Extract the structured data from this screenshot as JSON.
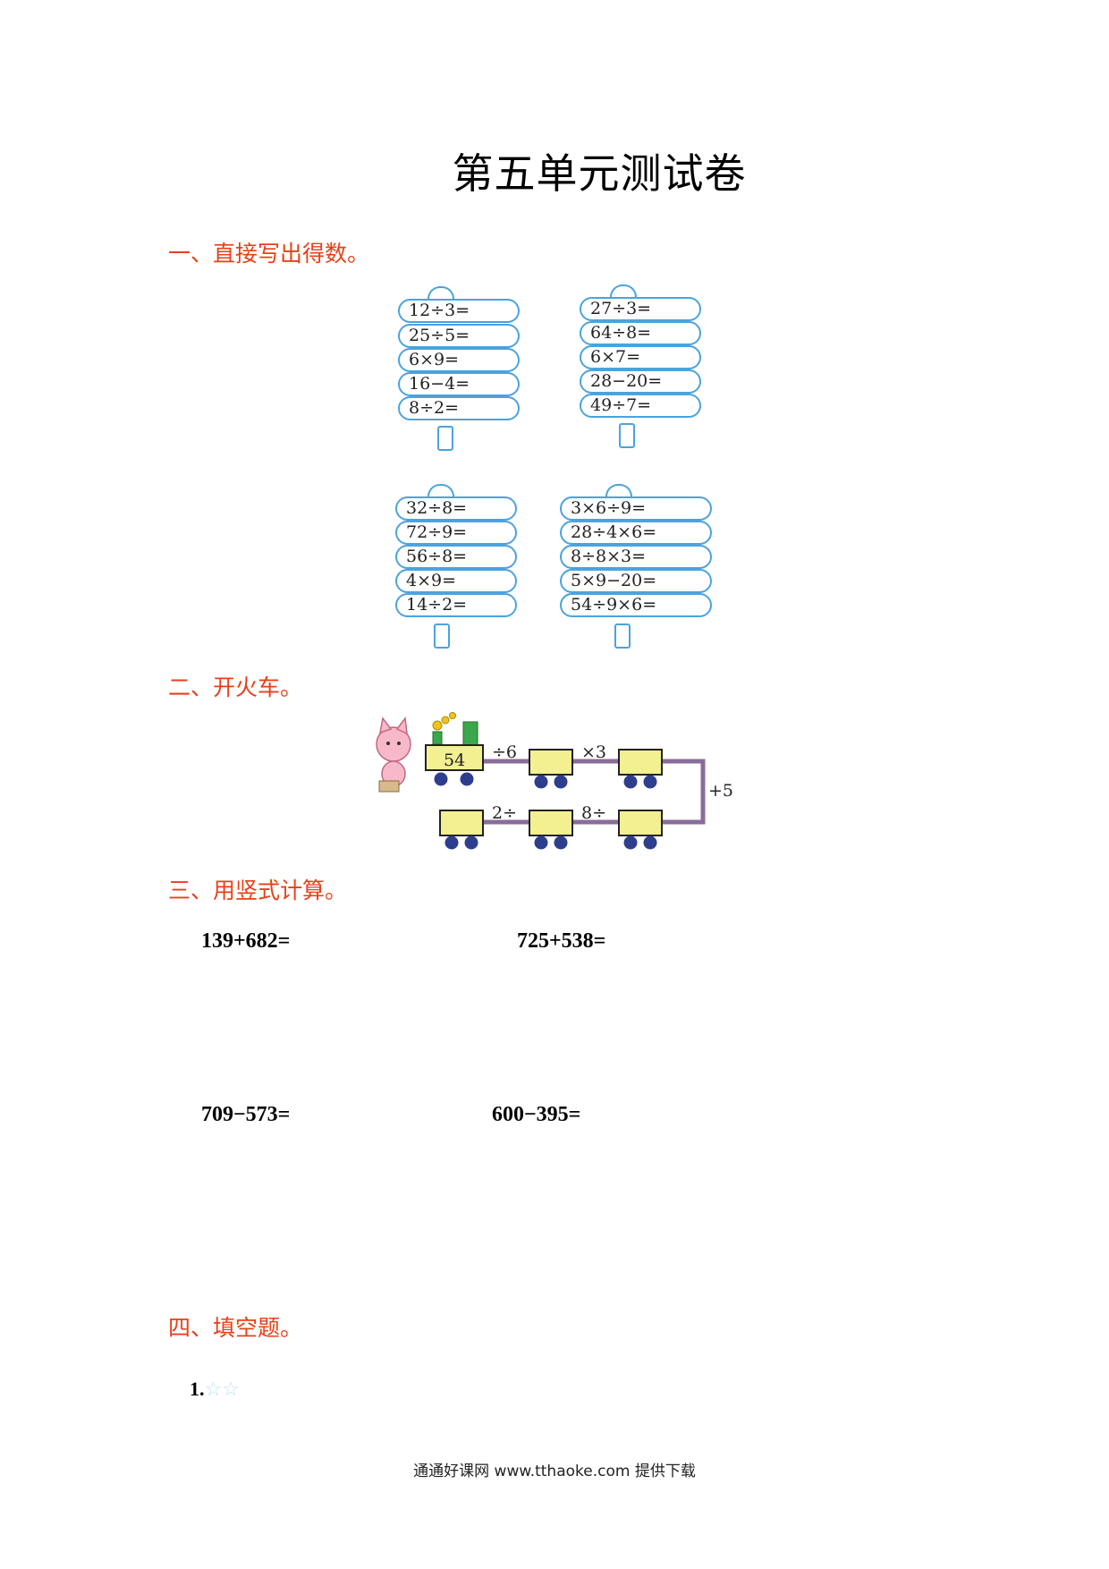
{
  "title": "第五单元测试卷",
  "sections": {
    "s1": "一、直接写出得数。",
    "s2": "二、开火车。",
    "s3": "三、用竖式计算。",
    "s4": "四、填空题。"
  },
  "oral_groups": [
    [
      "12÷3=",
      "25÷5=",
      "6×9=",
      "16−4=",
      "8÷2="
    ],
    [
      "27÷3=",
      "64÷8=",
      "6×7=",
      "28−20=",
      "49÷7="
    ],
    [
      "32÷8=",
      "72÷9=",
      "56÷8=",
      "4×9=",
      "14÷2="
    ],
    [
      "3×6÷9=",
      "28÷4×6=",
      "8÷8×3=",
      "5×9−20=",
      "54÷9×6="
    ]
  ],
  "train": {
    "start": "54",
    "op1": "÷6",
    "op2": "×3",
    "op3": "+5",
    "op4": "8÷",
    "op5": "2÷"
  },
  "vertical": [
    "139+682=",
    "725+538=",
    "709−573=",
    "600−395="
  ],
  "q1": {
    "num": "1.",
    "stars": "☆☆"
  },
  "footer": "通通好课网  www.tthaoke.com  提供下载"
}
